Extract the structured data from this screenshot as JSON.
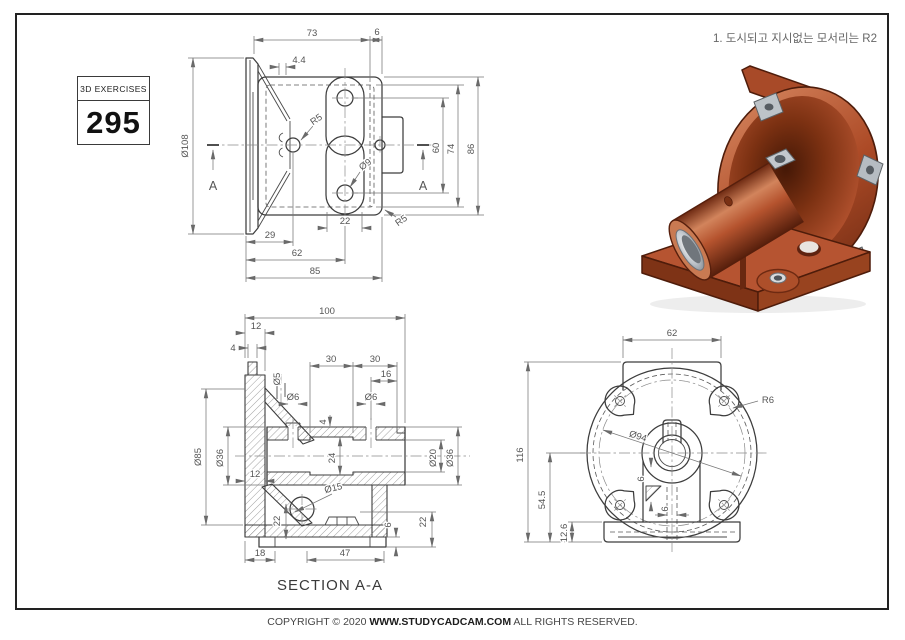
{
  "page": {
    "note": "1. 도시되고 지시없는 모서리는 R2",
    "copyright": {
      "prefix": "COPYRIGHT © 2020 ",
      "site": "WWW.STUDYCADCAM.COM",
      "suffix": " ALL RIGHTS RESERVED."
    }
  },
  "badge": {
    "title": "3D EXERCISES",
    "number": "295"
  },
  "front_view": {
    "dims": {
      "d73": "73",
      "d6": "6",
      "d44": "4.4",
      "r5": "R5",
      "dia9": "Ø9",
      "dia108": "Ø108",
      "d60": "60",
      "d74": "74",
      "d86": "86",
      "d22": "22",
      "d29": "29",
      "d62": "62",
      "d85": "85",
      "r5b": "R5",
      "aL": "A",
      "aR": "A"
    }
  },
  "section_view": {
    "label": "SECTION A-A",
    "dims": {
      "d100": "100",
      "d12a": "12",
      "d4a": "4",
      "d30a": "30",
      "d30b": "30",
      "d16": "16",
      "dia5": "Ø5",
      "dia6a": "Ø6",
      "dia6b": "Ø6",
      "dia85": "Ø85",
      "dia36a": "Ø36",
      "d4b": "4",
      "d24": "24",
      "d12b": "12",
      "dia20": "Ø20",
      "dia36b": "Ø36",
      "dia15": "Ø15",
      "d22a": "22",
      "d6": "6",
      "d22b": "22",
      "d18": "18",
      "d47": "47"
    }
  },
  "rear_view": {
    "dims": {
      "d62": "62",
      "r6": "R6",
      "dia94": "Ø94",
      "d116": "116",
      "d54_5": "54.5",
      "d12_6": "12.6",
      "d6a": "6",
      "d6b": "6"
    }
  }
}
